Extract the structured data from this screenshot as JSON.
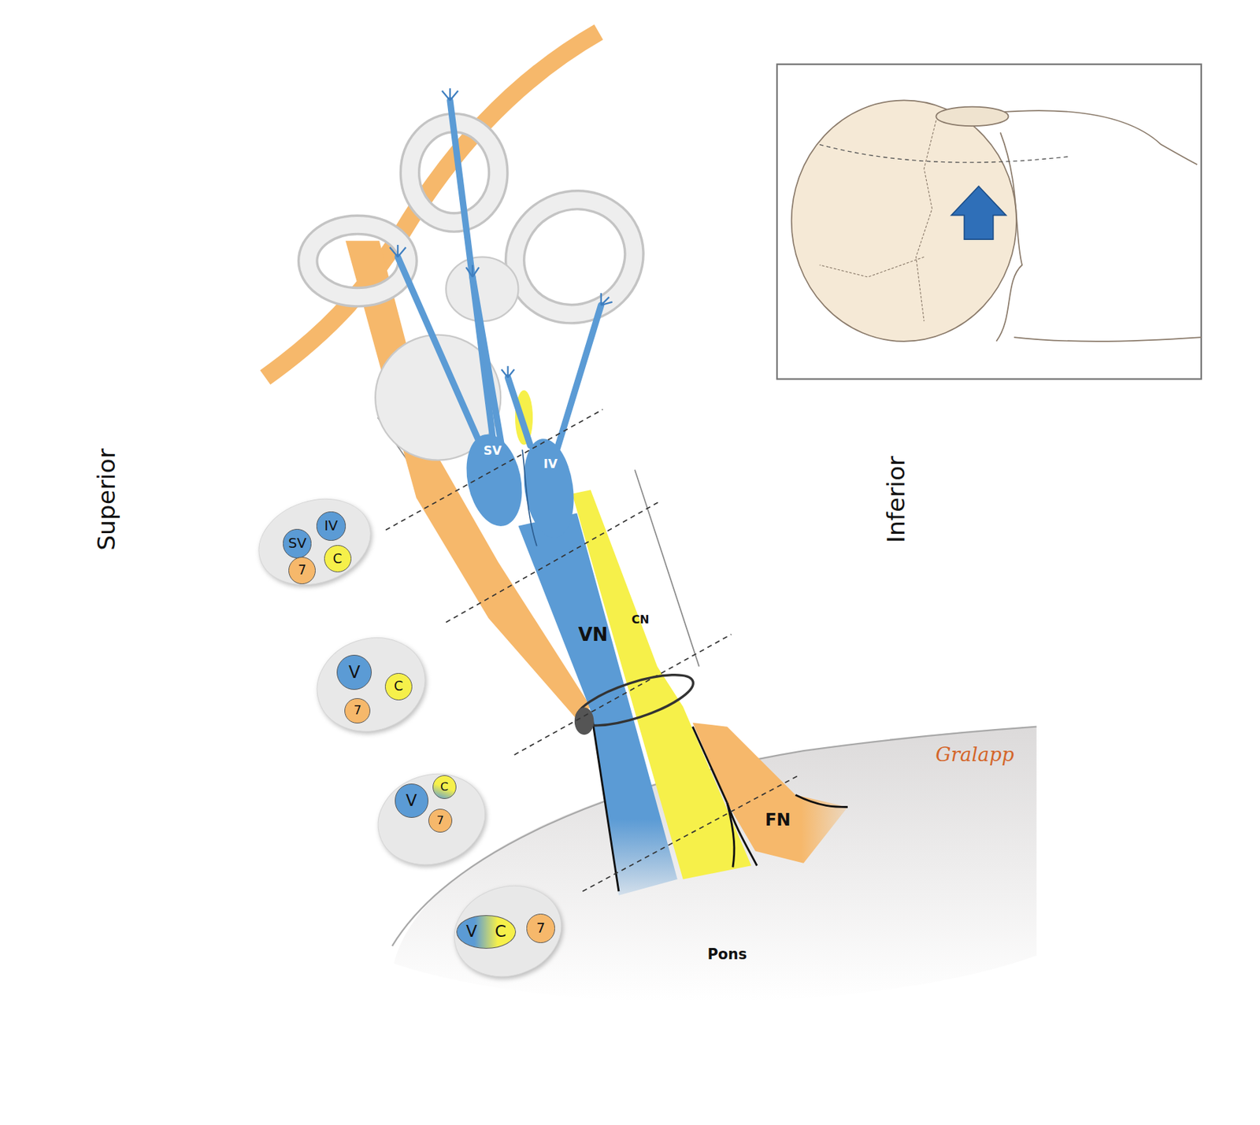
{
  "diagram": {
    "nodes": [
      {
        "text": []
      },
      {
        "text": [
          "SV"
        ],
        "in": 0
      },
      {
        "text": [
          "IV"
        ],
        "in": 0
      },
      {
        "text": [
          "7"
        ],
        "in": 0
      },
      {
        "text": [
          "C"
        ],
        "in": 0
      },
      {
        "text": []
      },
      {
        "text": [
          "V"
        ],
        "in": 5
      },
      {
        "text": [
          "C"
        ],
        "in": 5
      },
      {
        "text": [
          "7"
        ],
        "in": 5
      },
      {
        "text": []
      },
      {
        "text": [
          "V"
        ],
        "in": 9
      },
      {
        "text": [
          "C"
        ],
        "in": 9
      },
      {
        "text": [
          "7"
        ],
        "in": 9
      },
      {
        "text": []
      },
      {
        "text": [
          "V",
          "C"
        ],
        "in": 13
      },
      {
        "text": [
          "7"
        ],
        "in": 13
      }
    ],
    "labels": [
      "Superior",
      "Inferior",
      "SV",
      "IV",
      "VN",
      "CN",
      "FN",
      "Pons",
      "Gralapp"
    ]
  }
}
